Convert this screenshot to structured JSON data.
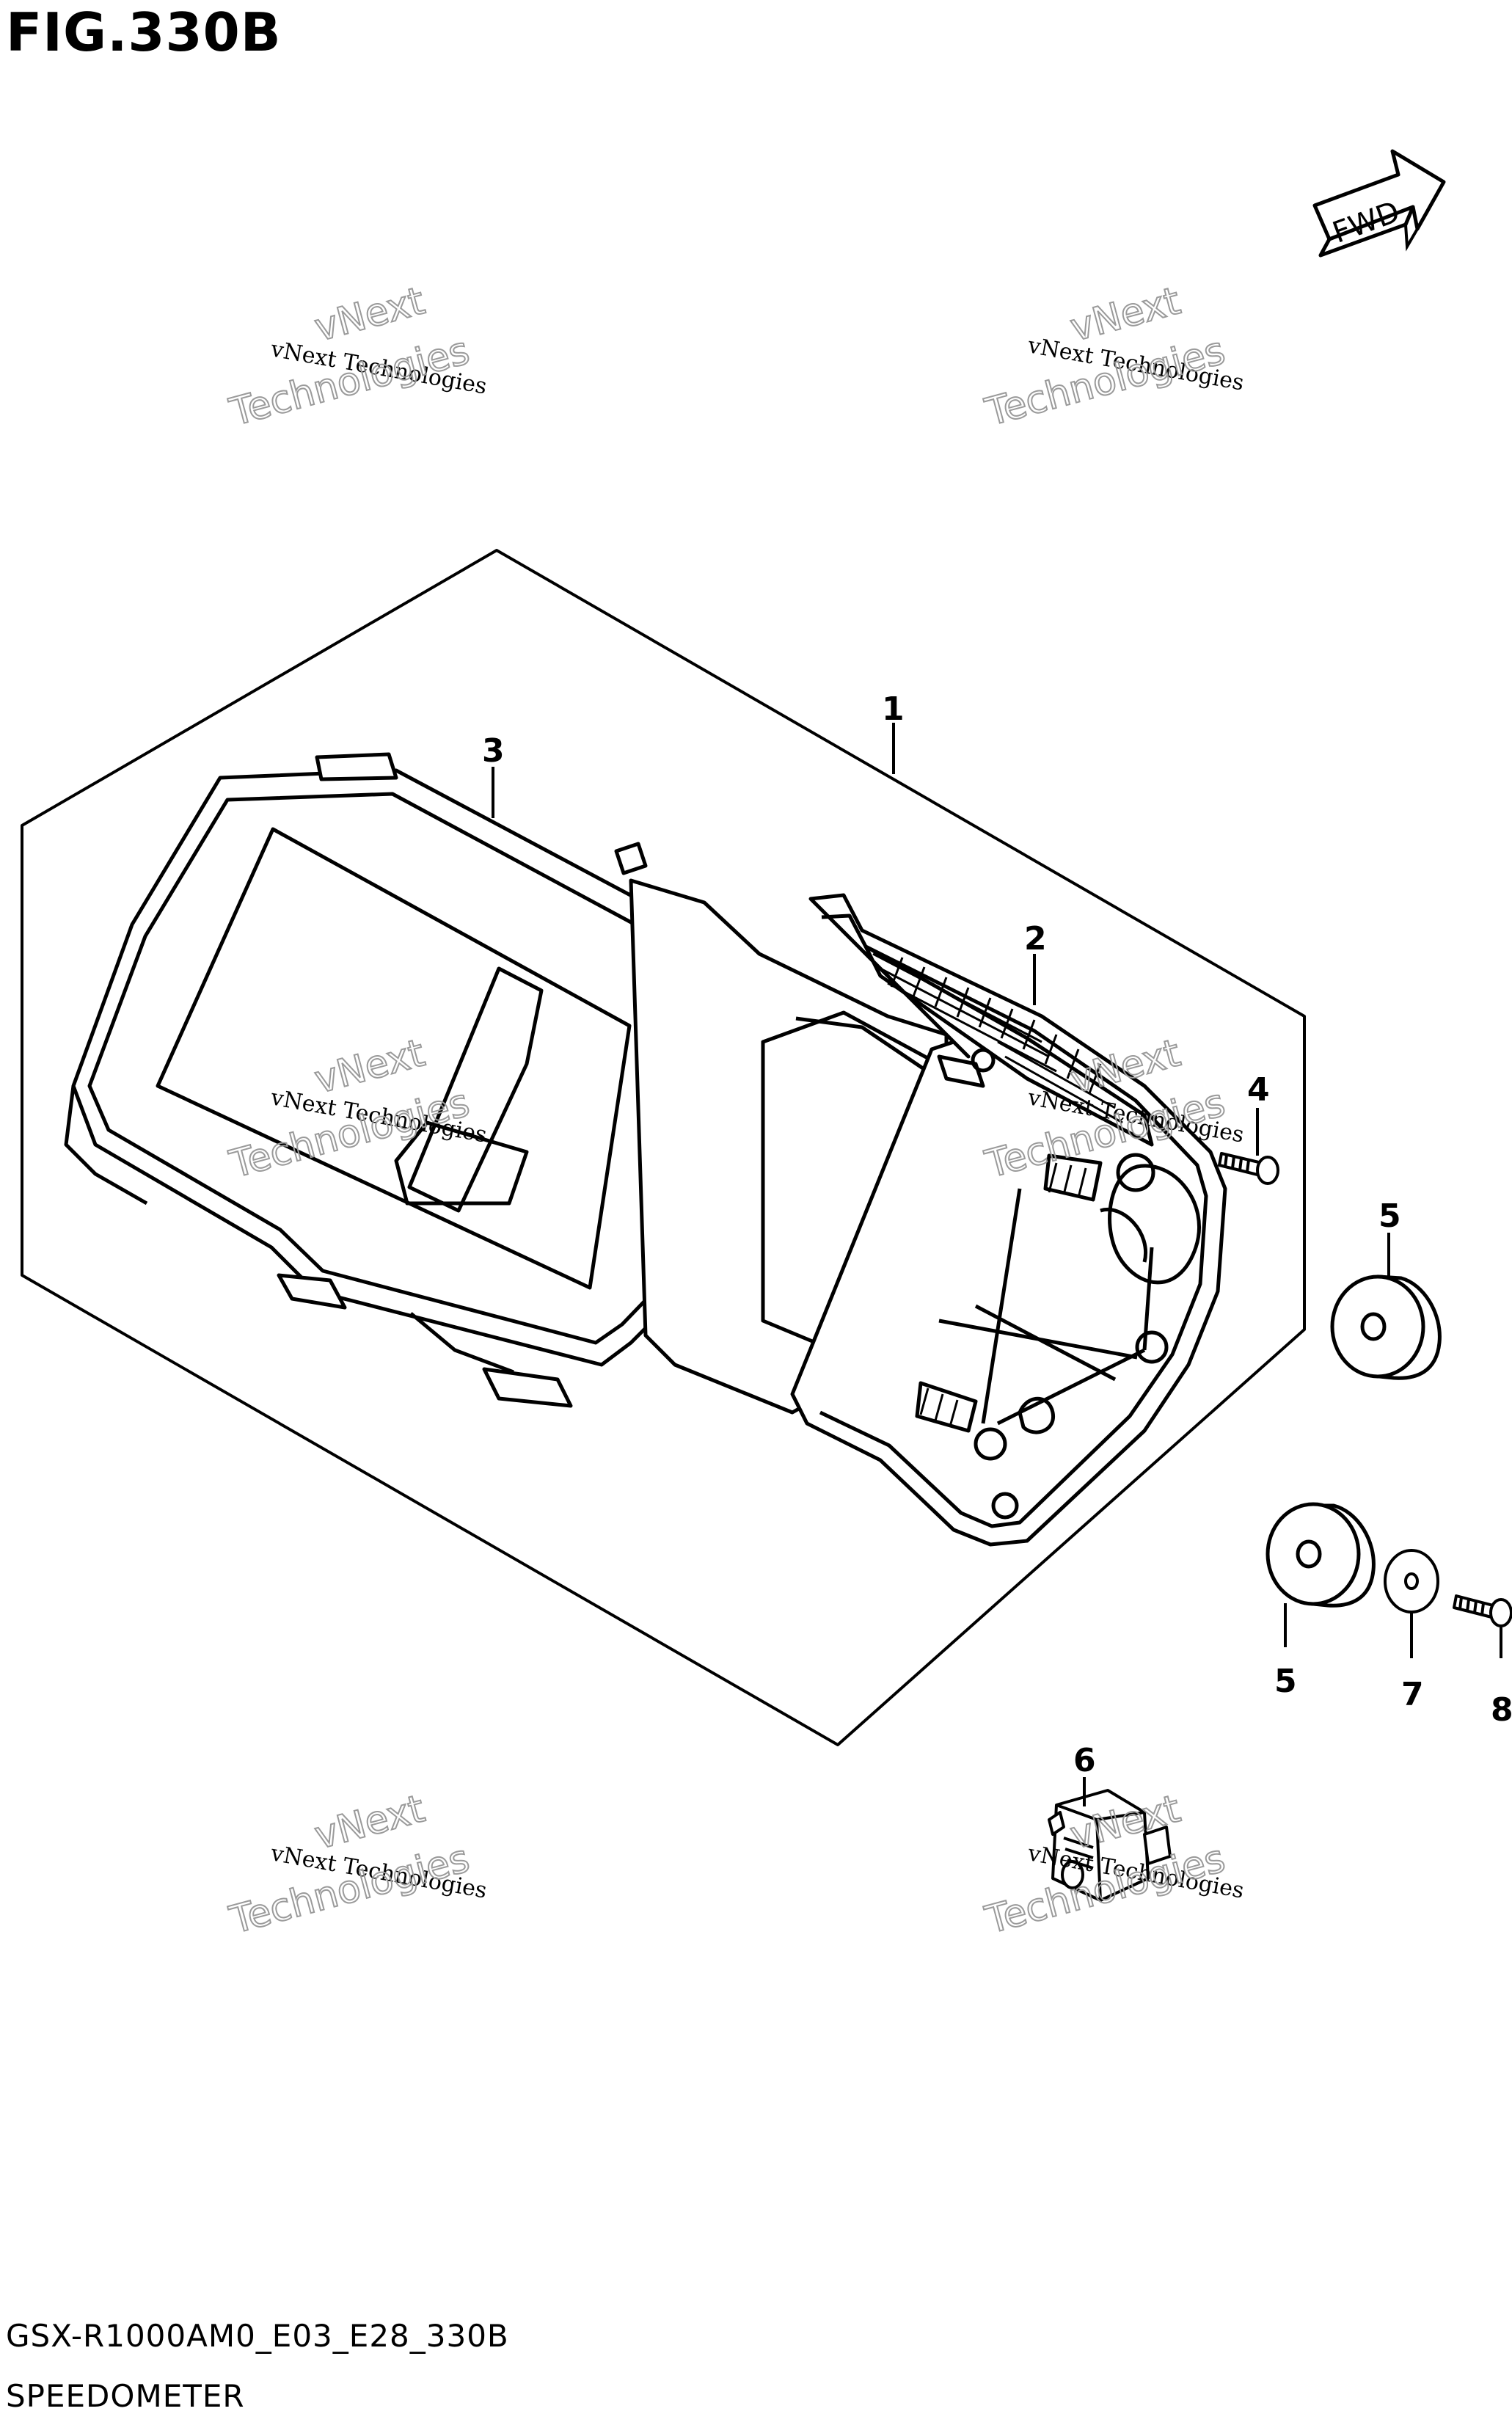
{
  "figure": {
    "title": "FIG.330B",
    "model_code": "GSX-R1000AM0_E03_E28_330B",
    "caption": "SPEEDOMETER",
    "fwd_label": "FWD"
  },
  "callouts": [
    "1",
    "2",
    "3",
    "4",
    "5",
    "5",
    "6",
    "7",
    "8"
  ],
  "watermark": {
    "line_small": "vNext Technologies",
    "line_big_1": "vNext",
    "line_big_2": "Technologies"
  }
}
